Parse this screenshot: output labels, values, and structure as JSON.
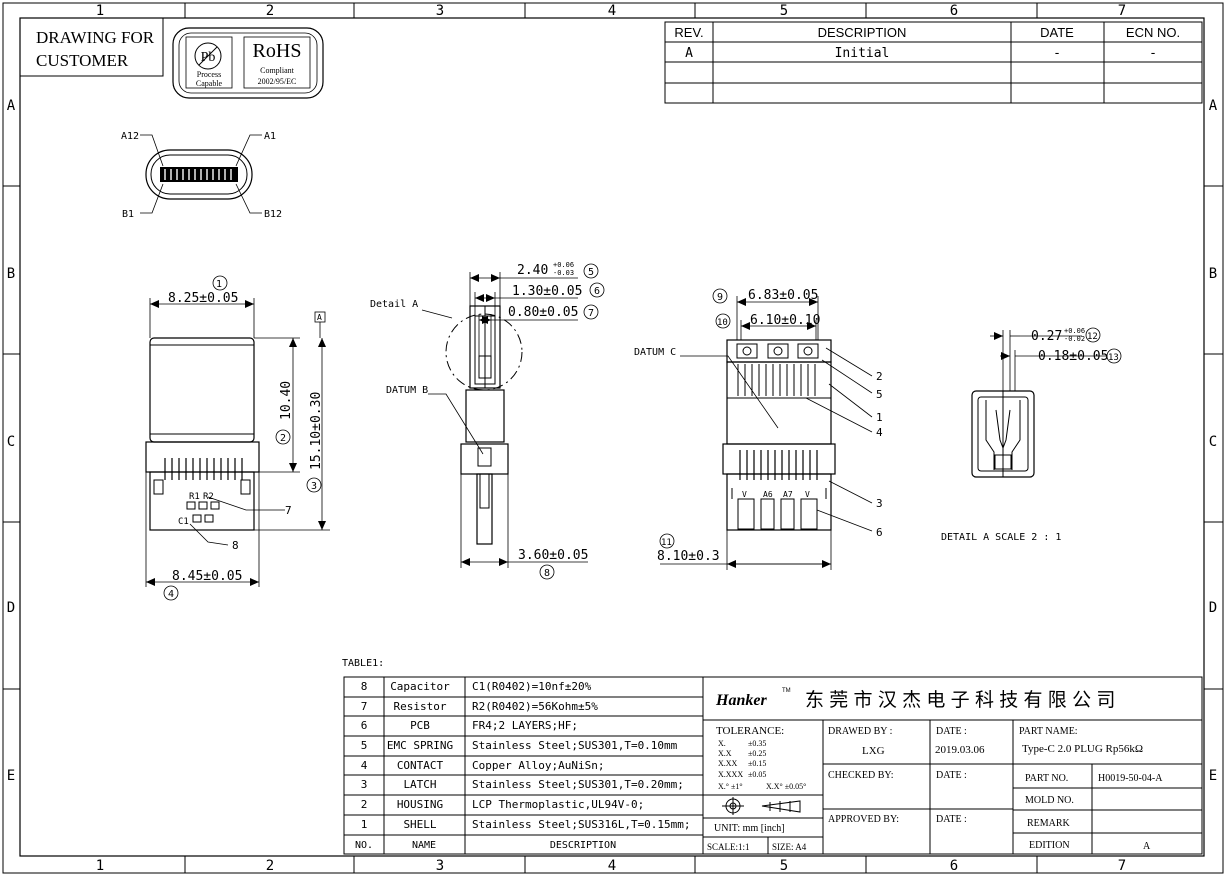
{
  "border": {
    "columns": [
      "1",
      "2",
      "3",
      "4",
      "5",
      "6",
      "7"
    ],
    "rows": [
      "A",
      "B",
      "C",
      "D",
      "E"
    ]
  },
  "header_box": {
    "line1": "DRAWING FOR",
    "line2": "CUSTOMER"
  },
  "badges": {
    "pb": {
      "symbol": "Pb",
      "line1": "Process",
      "line2": "Capable"
    },
    "rohs": {
      "title": "RoHS",
      "line1": "Compliant",
      "line2": "2002/95/EC"
    }
  },
  "revision_table": {
    "headers": [
      "REV.",
      "DESCRIPTION",
      "DATE",
      "ECN NO."
    ],
    "rows": [
      [
        "A",
        "Initial",
        "-",
        "-"
      ],
      [
        "",
        "",
        "",
        ""
      ],
      [
        "",
        "",
        "",
        ""
      ]
    ]
  },
  "pin_labels": {
    "a12": "A12",
    "a1": "A1",
    "b1": "B1",
    "b12": "B12"
  },
  "front_view": {
    "dim_top": "8.25±0.05",
    "dim_height_inner": "10.40",
    "dim_height_total": "15.10±0.30",
    "dim_bottom": "8.45±0.05",
    "balloon_1": "1",
    "balloon_2": "2",
    "balloon_3": "3",
    "balloon_4": "4",
    "datum_a": "A",
    "pcb_r1": "R1",
    "pcb_r2": "R2",
    "pcb_c1": "C1",
    "callout_7": "7",
    "callout_8": "8"
  },
  "side_view": {
    "detail_a": "Detail A",
    "datum_b": "DATUM B",
    "dim_5_value": "2.40",
    "dim_5_tol_upper": "+0.06",
    "dim_5_tol_lower": "-0.03",
    "dim_6": "1.30±0.05",
    "dim_7": "0.80±0.05",
    "dim_8": "3.60±0.05",
    "balloon_5": "5",
    "balloon_6": "6",
    "balloon_7": "7",
    "balloon_8": "8"
  },
  "top_view": {
    "datum_c": "DATUM C",
    "dim_9": "6.83±0.05",
    "dim_10": "6.10±0.10",
    "dim_11": "8.10±0.3",
    "balloon_9": "9",
    "balloon_10": "10",
    "balloon_11": "11",
    "callouts": [
      "2",
      "5",
      "1",
      "4",
      "3",
      "6"
    ],
    "pin_marks": [
      "V",
      "A6",
      "A7",
      "V"
    ]
  },
  "detail_view": {
    "dim_12_value": "0.27",
    "dim_12_tol_upper": "+0.06",
    "dim_12_tol_lower": "-0.02",
    "dim_13": "0.18±0.05",
    "balloon_12": "12",
    "balloon_13": "13",
    "caption": "DETAIL A  SCALE 2 : 1"
  },
  "bom": {
    "label": "TABLE1:",
    "rows": [
      {
        "no": "8",
        "name": "Capacitor",
        "desc": "C1(R0402)=10nf±20%"
      },
      {
        "no": "7",
        "name": "Resistor",
        "desc": "R2(R0402)=56Kohm±5%"
      },
      {
        "no": "6",
        "name": "PCB",
        "desc": "FR4;2 LAYERS;HF;"
      },
      {
        "no": "5",
        "name": "EMC SPRING",
        "desc": "Stainless Steel;SUS301,T=0.10mm"
      },
      {
        "no": "4",
        "name": "CONTACT",
        "desc": "Copper Alloy;AuNiSn;"
      },
      {
        "no": "3",
        "name": "LATCH",
        "desc": "Stainless Steel;SUS301,T=0.20mm;"
      },
      {
        "no": "2",
        "name": "HOUSING",
        "desc": "LCP Thermoplastic,UL94V-0;"
      },
      {
        "no": "1",
        "name": "SHELL",
        "desc": "Stainless Steel;SUS316L,T=0.15mm;"
      }
    ],
    "footer": {
      "no": "NO.",
      "name": "NAME",
      "desc": "DESCRIPTION"
    }
  },
  "title_block": {
    "logo": "Hanker",
    "tm": "TM",
    "company": "东 莞 市 汉 杰 电 子 科 技 有 限 公 司",
    "tolerance_title": "TOLERANCE:",
    "tolerances": [
      {
        "k": "X.",
        "v": "±0.35"
      },
      {
        "k": "X.X",
        "v": "±0.25"
      },
      {
        "k": "X.XX",
        "v": "±0.15"
      },
      {
        "k": "X.XXX",
        "v": "±0.05"
      }
    ],
    "angle_tol_1": "X.° ±1°",
    "angle_tol_2": "X.X° ±0.05°",
    "unit": "UNIT: mm [inch]",
    "scale": "SCALE:1:1",
    "size": "SIZE: A4",
    "drawn_by_label": "DRAWED BY :",
    "drawn_by": "LXG",
    "date_label": "DATE :",
    "date": "2019.03.06",
    "checked_by_label": "CHECKED BY:",
    "checked_date_label": "DATE :",
    "approved_by_label": "APPROVED BY:",
    "approved_date_label": "DATE :",
    "part_name_label": "PART NAME:",
    "part_name": "Type-C 2.0 PLUG Rp56kΩ",
    "part_no_label": "PART NO.",
    "part_no": "H0019-50-04-A",
    "mold_no_label": "MOLD NO.",
    "mold_no": "",
    "remark_label": "REMARK",
    "remark": "",
    "edition_label": "EDITION",
    "edition": "A"
  }
}
